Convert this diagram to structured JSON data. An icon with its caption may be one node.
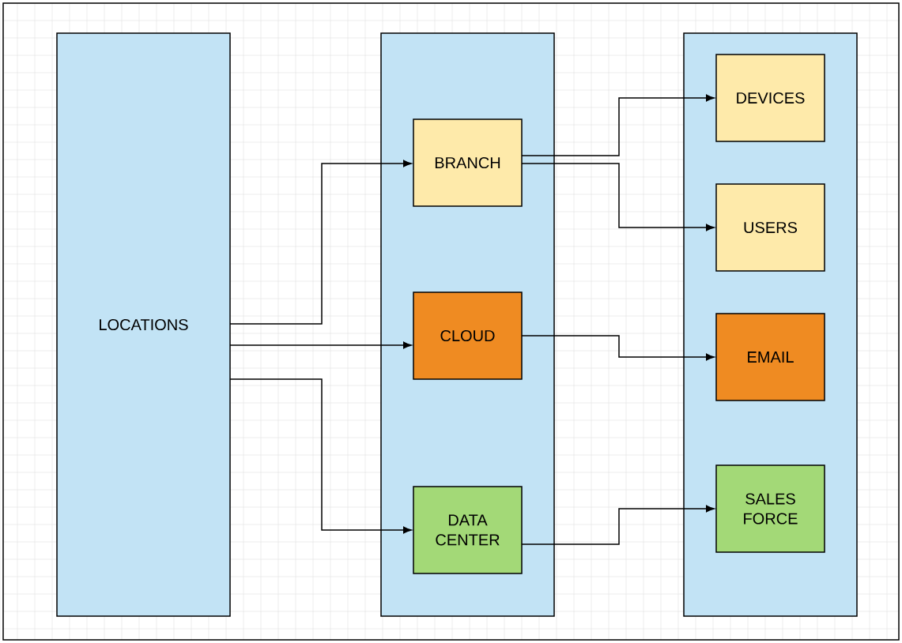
{
  "diagram": {
    "nodes": [
      {
        "text": [
          "LOCATIONS"
        ]
      },
      {
        "text": [],
        "shape": "box"
      },
      {
        "text": [
          "BRANCH"
        ],
        "in": 1
      },
      {
        "text": [
          "CLOUD"
        ],
        "in": 1
      },
      {
        "text": [
          "DATA CENTER"
        ],
        "in": 1
      },
      {
        "text": [],
        "shape": "box"
      },
      {
        "text": [
          "DEVICES"
        ],
        "in": 5
      },
      {
        "text": [
          "USERS"
        ],
        "in": 5
      },
      {
        "text": [
          "EMAIL"
        ],
        "in": 5
      },
      {
        "text": [
          "SALES FORCE"
        ],
        "in": 5
      }
    ],
    "edges": [
      {
        "from": 0,
        "to": 2,
        "arrow": "to"
      },
      {
        "from": 0,
        "to": 3,
        "arrow": "to"
      },
      {
        "from": 0,
        "to": 4,
        "arrow": "to"
      },
      {
        "from": 2,
        "to": 6,
        "arrow": "to"
      },
      {
        "from": 2,
        "to": 7,
        "arrow": "to"
      },
      {
        "from": 3,
        "to": 8,
        "arrow": "to"
      },
      {
        "from": 4,
        "to": 9,
        "arrow": "to"
      }
    ]
  }
}
